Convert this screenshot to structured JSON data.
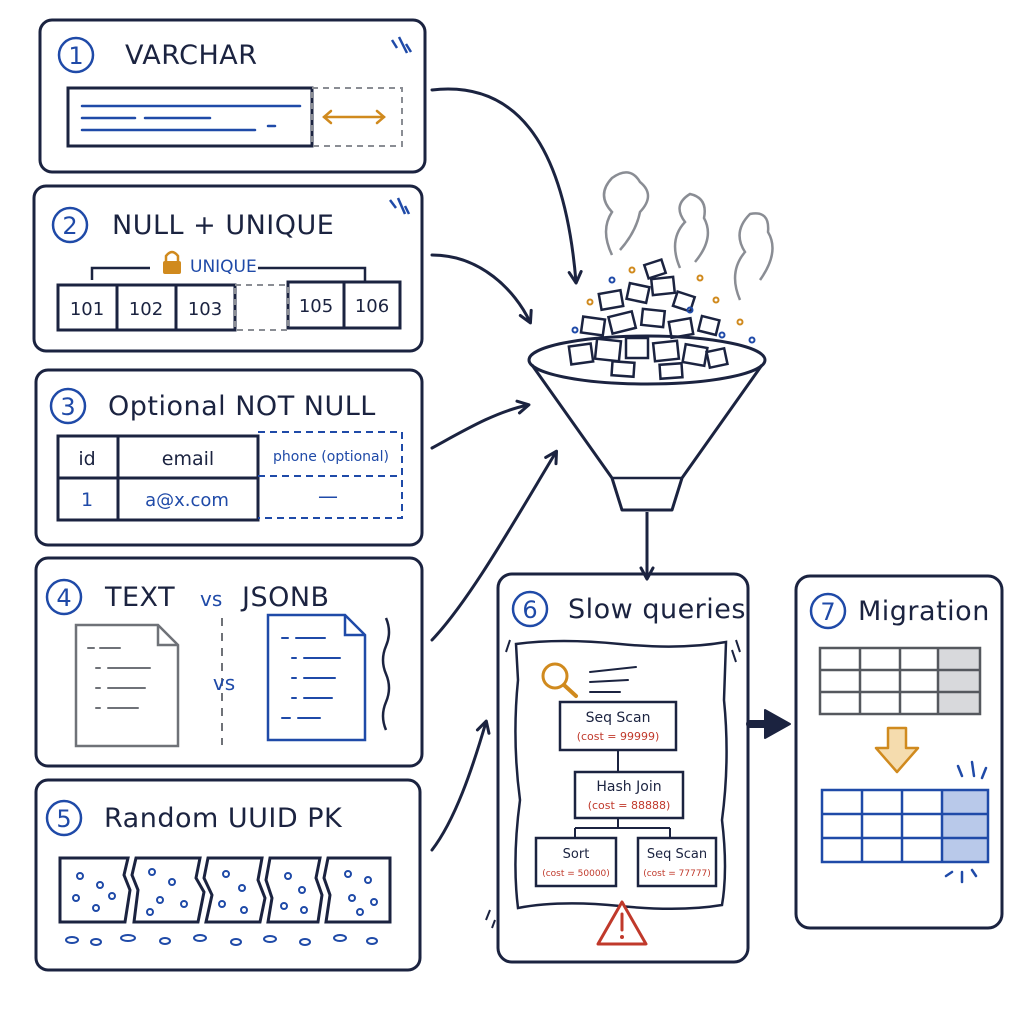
{
  "panels": {
    "p1": {
      "number": "1",
      "title": "VARCHAR"
    },
    "p2": {
      "number": "2",
      "title": "NULL + UNIQUE",
      "unique_label": "UNIQUE",
      "ids": [
        "101",
        "102",
        "103",
        "105",
        "106"
      ]
    },
    "p3": {
      "number": "3",
      "title": "Optional NOT NULL",
      "col_id": "id",
      "col_email": "email",
      "col_phone": "phone (optional)",
      "row_id": "1",
      "row_email": "a@x.com",
      "row_phone": "—"
    },
    "p4": {
      "number": "4",
      "title_left": "TEXT",
      "title_vs": "vs",
      "title_right": "JSONB",
      "vs_mid": "vs"
    },
    "p5": {
      "number": "5",
      "title": "Random UUID PK"
    },
    "p6": {
      "number": "6",
      "title": "Slow queries",
      "plan": [
        {
          "op": "Seq Scan",
          "cost": "(cost = 99999)"
        },
        {
          "op": "Hash Join",
          "cost": "(cost = 88888)"
        },
        {
          "op": "Sort",
          "cost": "(cost = 50000)"
        },
        {
          "op": "Seq Scan",
          "cost": "(cost = 77777)"
        }
      ]
    },
    "p7": {
      "number": "7",
      "title": "Migration"
    }
  },
  "colors": {
    "ink": "#1b2340",
    "blue": "#1f4aa8",
    "orange": "#d08a1e",
    "red": "#c0392b",
    "gray": "#8a8d94"
  },
  "icons": [
    "lock-icon",
    "search-icon",
    "warning-icon",
    "funnel-icon",
    "smoke-icon",
    "document-icon",
    "down-arrow-icon"
  ]
}
